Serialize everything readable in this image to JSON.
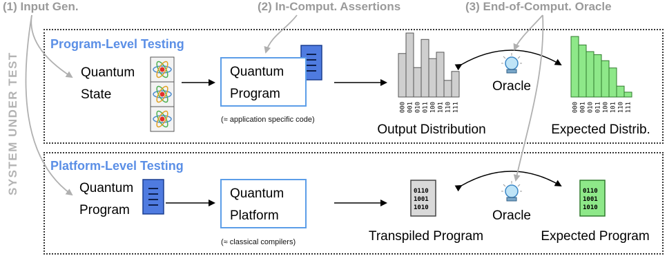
{
  "steps": {
    "input_gen": "(1) Input Gen.",
    "in_comput": "(2) In-Comput. Assertions",
    "end_comput": "(3) End-of-Comput. Oracle"
  },
  "side_label": "SYSTEM UNDER TEST",
  "program_level": {
    "title": "Program-Level Testing",
    "input_line1": "Quantum",
    "input_line2": "State",
    "box_line1": "Quantum",
    "box_line2": "Program",
    "box_note": "(≈ application specific code)",
    "output_caption": "Output Distribution",
    "oracle_label": "Oracle",
    "expected_caption": "Expected Distrib.",
    "output_bars": [
      0.68,
      1.0,
      0.46,
      0.9,
      0.6,
      0.7,
      0.26,
      0.4
    ],
    "expected_bars": [
      1.0,
      0.86,
      0.75,
      0.7,
      0.6,
      0.48,
      0.18,
      0.08
    ],
    "bit_labels": [
      "000",
      "001",
      "010",
      "011",
      "100",
      "101",
      "110",
      "111"
    ]
  },
  "platform_level": {
    "title": "Platform-Level Testing",
    "input_line1": "Quantum",
    "input_line2": "Program",
    "box_line1": "Quantum",
    "box_line2": "Platform",
    "box_note": "(≈ classical compilers)",
    "transpiled_caption": "Transpiled Program",
    "oracle_label": "Oracle",
    "expected_caption": "Expected Program",
    "binary_lines": [
      "0110",
      "1001",
      "1010"
    ]
  },
  "colors": {
    "accent_blue": "#5b8fe6",
    "document_blue": "#4f7be0",
    "output_bar_gray": "#cfcfcf",
    "expected_bar_green": "#8ee889",
    "step_gray": "#9a9a9a"
  }
}
